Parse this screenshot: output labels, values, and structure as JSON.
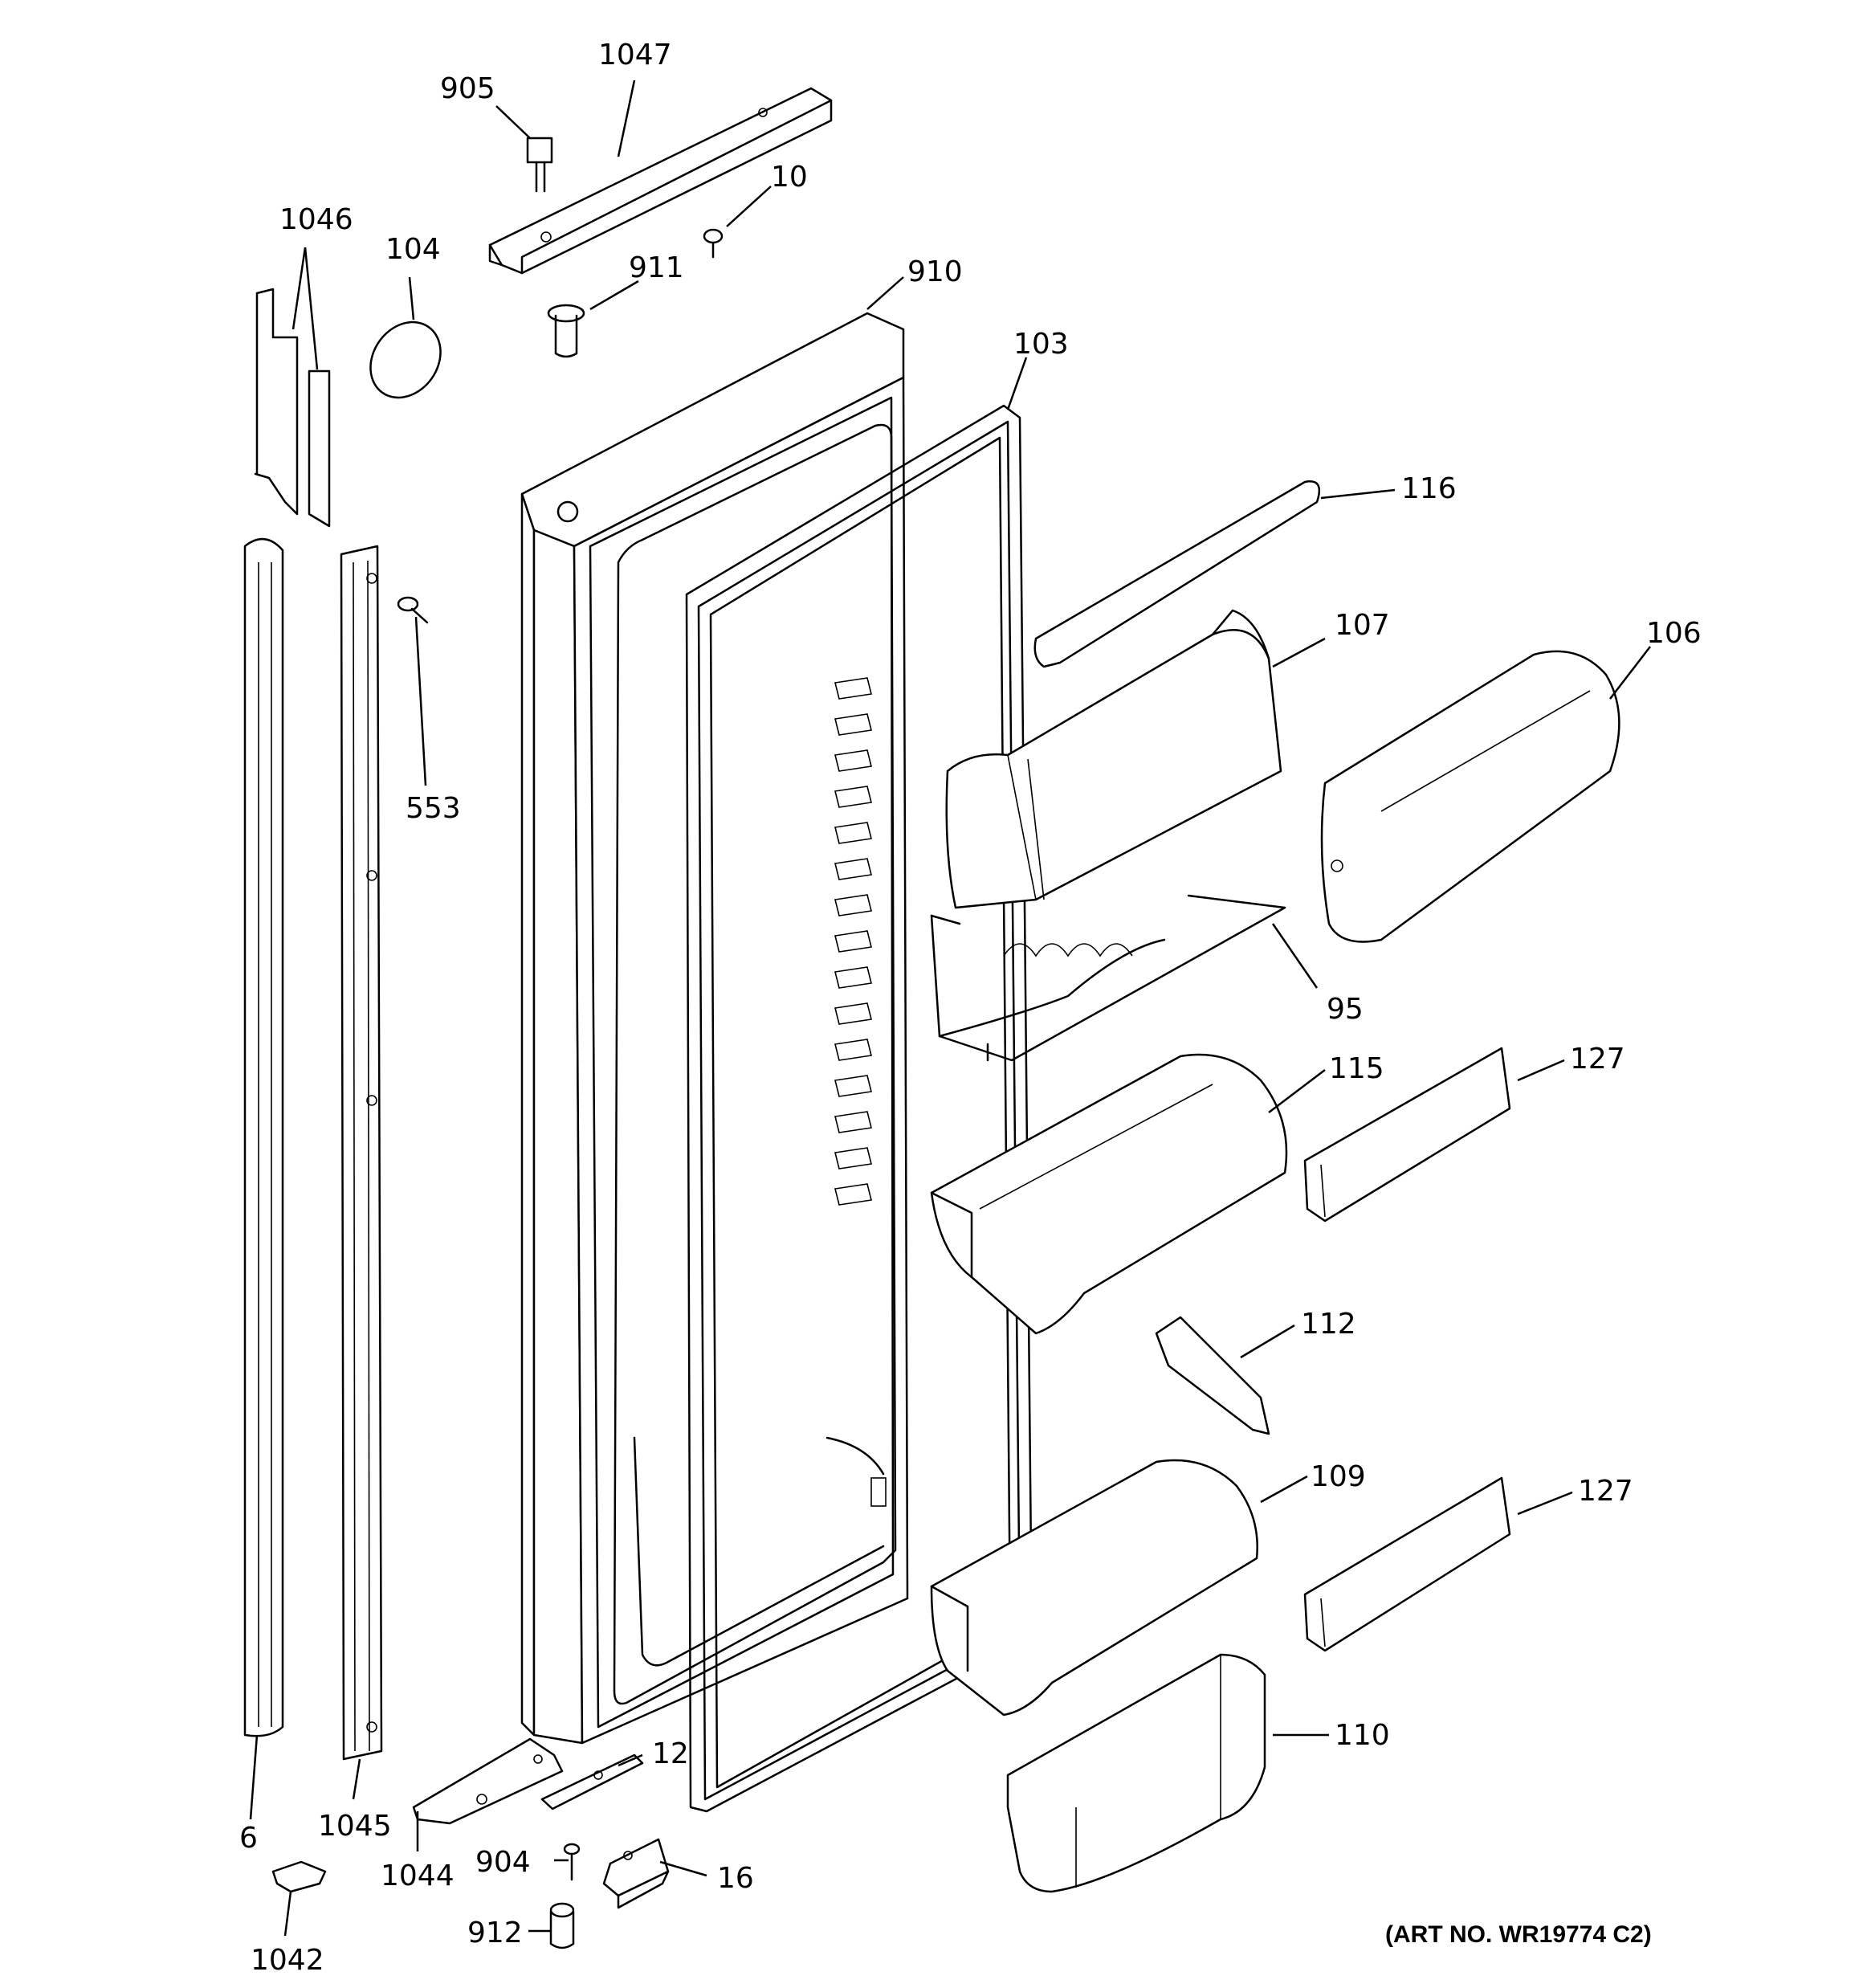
{
  "diagram": {
    "callouts": [
      {
        "id": "c905",
        "text": "905"
      },
      {
        "id": "c1047",
        "text": "1047"
      },
      {
        "id": "c10",
        "text": "10"
      },
      {
        "id": "c1046",
        "text": "1046"
      },
      {
        "id": "c104",
        "text": "104"
      },
      {
        "id": "c911",
        "text": "911"
      },
      {
        "id": "c910",
        "text": "910"
      },
      {
        "id": "c103",
        "text": "103"
      },
      {
        "id": "c116",
        "text": "116"
      },
      {
        "id": "c107",
        "text": "107"
      },
      {
        "id": "c106",
        "text": "106"
      },
      {
        "id": "c553",
        "text": "553"
      },
      {
        "id": "c95",
        "text": "95"
      },
      {
        "id": "c115",
        "text": "115"
      },
      {
        "id": "c127a",
        "text": "127"
      },
      {
        "id": "c112",
        "text": "112"
      },
      {
        "id": "c109",
        "text": "109"
      },
      {
        "id": "c127b",
        "text": "127"
      },
      {
        "id": "c110",
        "text": "110"
      },
      {
        "id": "c6",
        "text": "6"
      },
      {
        "id": "c1045",
        "text": "1045"
      },
      {
        "id": "c12",
        "text": "12"
      },
      {
        "id": "c904",
        "text": "904"
      },
      {
        "id": "c16",
        "text": "16"
      },
      {
        "id": "c1044",
        "text": "1044"
      },
      {
        "id": "c1042",
        "text": "1042"
      },
      {
        "id": "c912",
        "text": "912"
      }
    ],
    "art_number": "(ART NO. WR19774 C2)"
  }
}
